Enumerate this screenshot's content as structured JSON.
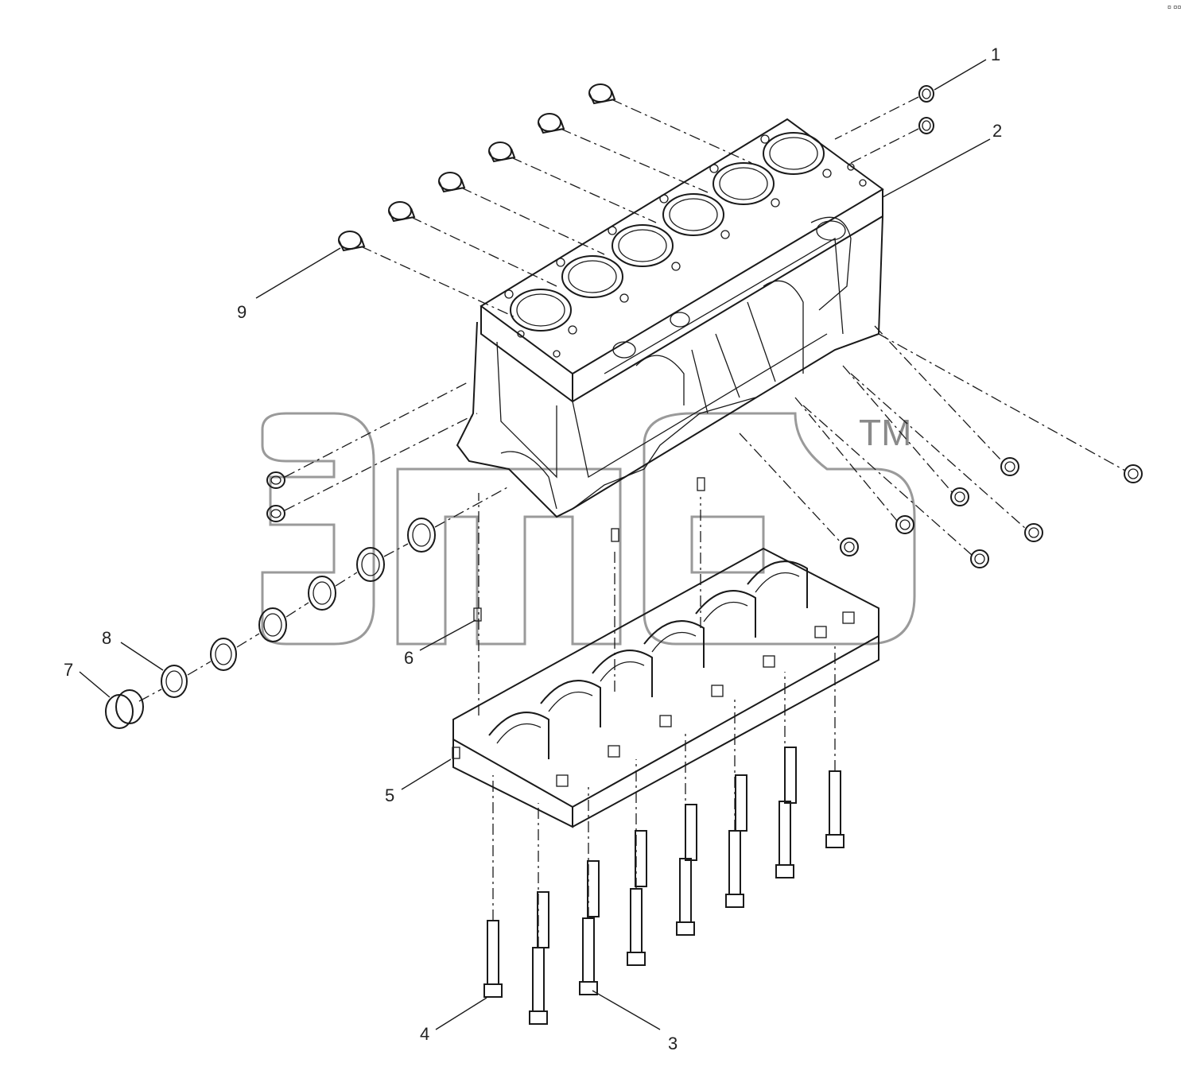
{
  "diagram": {
    "callouts": [
      {
        "id": "1",
        "label": "1"
      },
      {
        "id": "2",
        "label": "2"
      },
      {
        "id": "3",
        "label": "3"
      },
      {
        "id": "4",
        "label": "4"
      },
      {
        "id": "5",
        "label": "5"
      },
      {
        "id": "6",
        "label": "6"
      },
      {
        "id": "7",
        "label": "7"
      },
      {
        "id": "8",
        "label": "8"
      },
      {
        "id": "9",
        "label": "9"
      }
    ],
    "watermark": {
      "logo_text": "эпс",
      "trademark": "TM"
    },
    "corner_mark": "¤ ¤¤"
  }
}
